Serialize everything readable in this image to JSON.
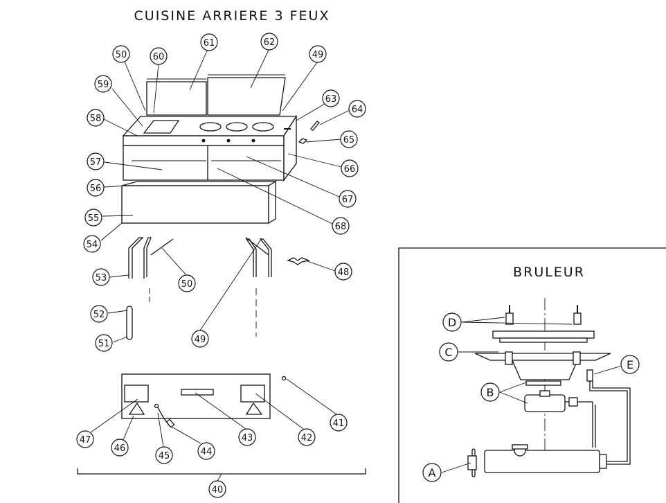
{
  "title": "CUISINE ARRIERE 3 FEUX",
  "inset_title": "BRULEUR",
  "callouts": [
    "40",
    "41",
    "42",
    "43",
    "44",
    "45",
    "46",
    "47",
    "48",
    "49",
    "50",
    "51",
    "52",
    "53",
    "54",
    "55",
    "56",
    "57",
    "58",
    "59",
    "60",
    "61",
    "62",
    "63",
    "64",
    "65",
    "66",
    "67",
    "68"
  ],
  "burner_labels": [
    "A",
    "B",
    "C",
    "D",
    "E"
  ]
}
